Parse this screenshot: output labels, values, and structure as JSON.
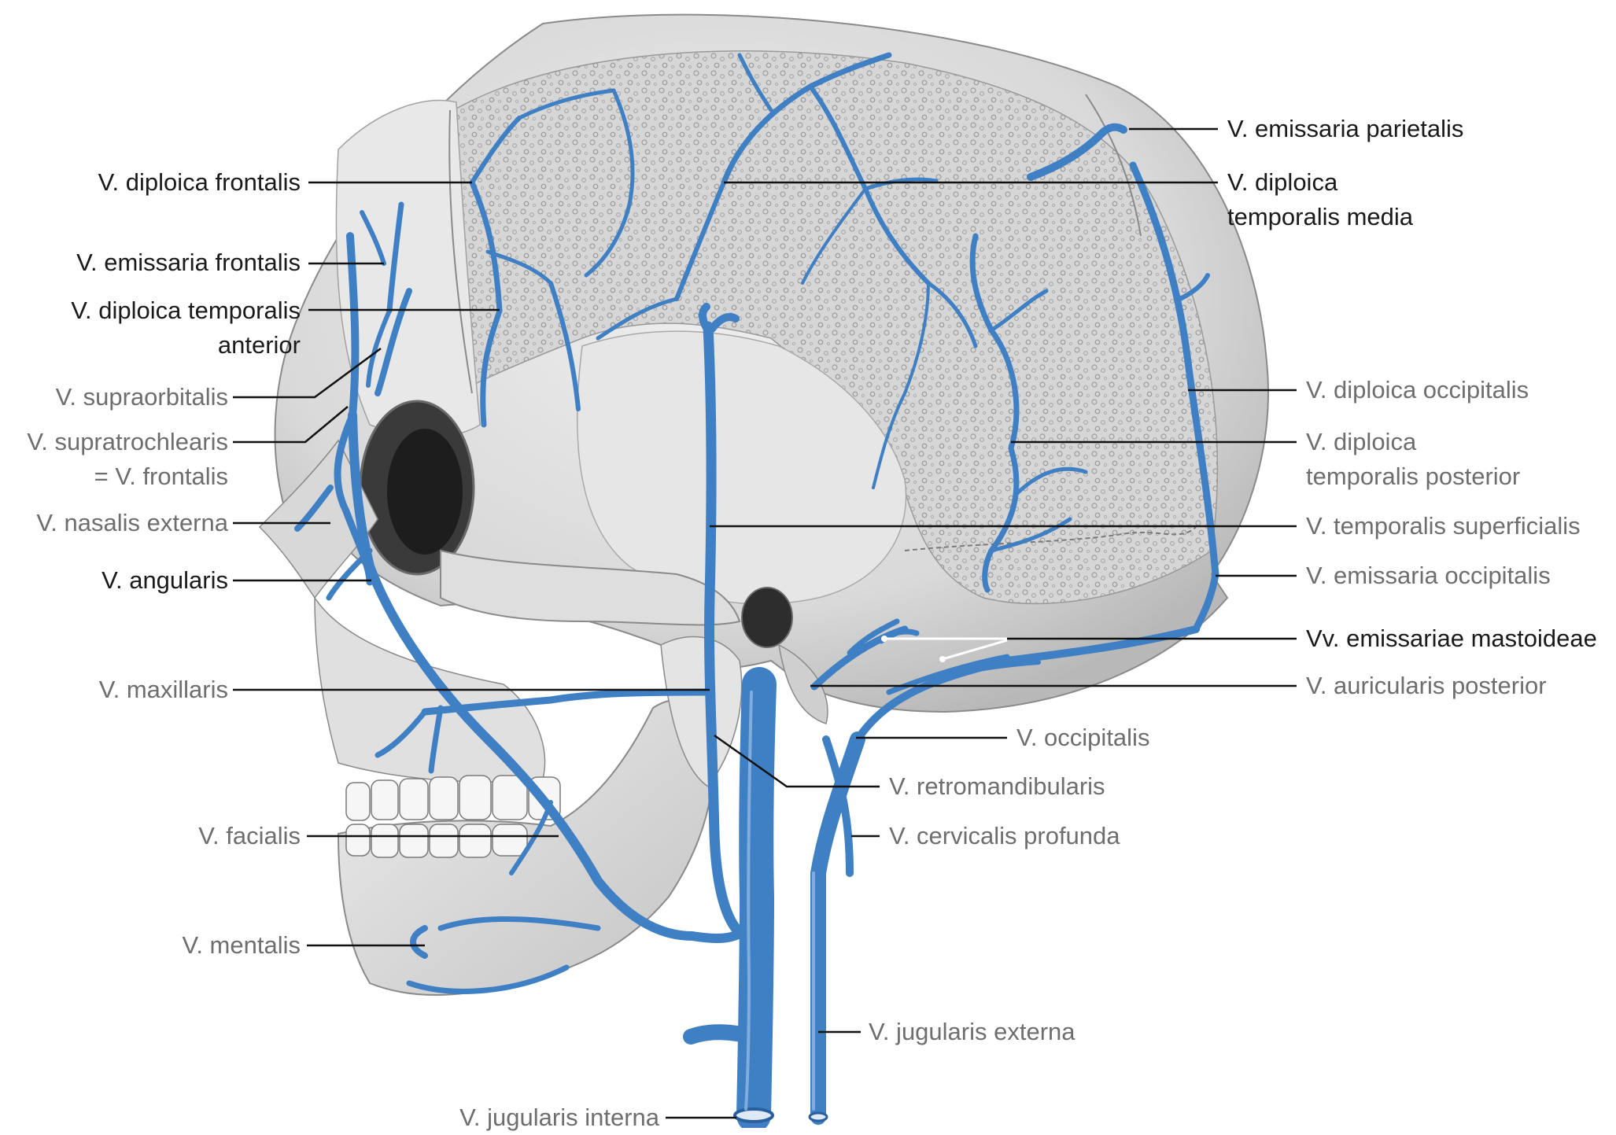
{
  "labels": {
    "emissaria_parietalis": "V. emissaria parietalis",
    "diploica_frontalis": "V. diploica frontalis",
    "diploica_temporalis_media_1": "V. diploica",
    "diploica_temporalis_media_2": "temporalis media",
    "emissaria_frontalis": "V. emissaria frontalis",
    "diploica_temporalis_anterior_1": "V. diploica temporalis",
    "diploica_temporalis_anterior_2": "anterior",
    "supraorbitalis": "V. supraorbitalis",
    "supratrochlearis_1": "V. supratrochlearis",
    "supratrochlearis_2": "= V. frontalis",
    "nasalis_externa": "V. nasalis externa",
    "angularis": "V. angularis",
    "maxillaris": "V. maxillaris",
    "facialis": "V. facialis",
    "mentalis": "V. mentalis",
    "jugularis_interna": "V. jugularis interna",
    "diploica_occipitalis": "V. diploica occipitalis",
    "diploica_temporalis_posterior_1": "V. diploica",
    "diploica_temporalis_posterior_2": "temporalis posterior",
    "temporalis_superficialis": "V. temporalis superficialis",
    "emissaria_occipitalis": "V. emissaria occipitalis",
    "emissariae_mastoideae": "Vv. emissariae mastoideae",
    "auricularis_posterior": "V. auricularis posterior",
    "occipitalis": "V. occipitalis",
    "retromandibularis": "V. retromandibularis",
    "cervicalis_profunda": "V. cervicalis profunda",
    "jugularis_externa": "V. jugularis externa"
  },
  "colors": {
    "vein": "#3f7fc4",
    "vein_dark": "#2a5f9e",
    "bone": "#e3e3e3",
    "bone_shade": "#b9b9b9",
    "diploe": "#cfcfcf",
    "label_black": "#1a1a1a",
    "label_grey": "#6e6e6e",
    "leader": "#111111"
  }
}
